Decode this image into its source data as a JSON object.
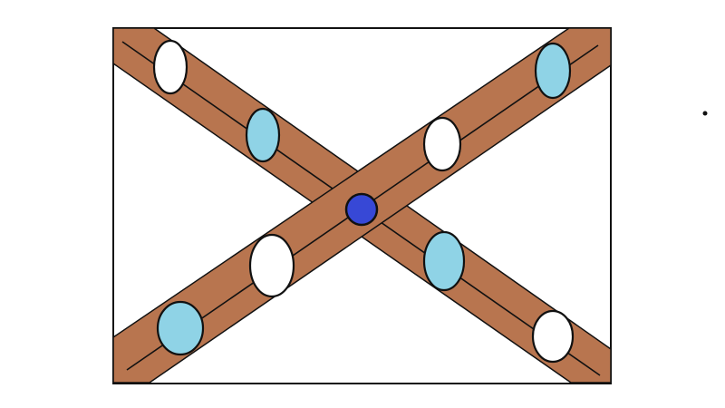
{
  "colors": {
    "background": "#ffffff",
    "frame_stroke": "#111111",
    "track_fill": "#b8754f",
    "track_line": "#111111",
    "bead_light_blue": "#8fd3e6",
    "bead_white": "#ffffff",
    "center_bead": "#3748d6",
    "outline": "#111111"
  },
  "diagram": {
    "tracks": [
      {
        "name": "diagonal-top-left-to-bottom-right"
      },
      {
        "name": "diagonal-bottom-left-to-top-right"
      }
    ],
    "beads": [
      {
        "track": "diagonal-top-left-to-bottom-right",
        "color": "white"
      },
      {
        "track": "diagonal-top-left-to-bottom-right",
        "color": "light-blue"
      },
      {
        "track": "diagonal-top-left-to-bottom-right",
        "color": "light-blue"
      },
      {
        "track": "diagonal-top-left-to-bottom-right",
        "color": "white"
      },
      {
        "track": "diagonal-bottom-left-to-top-right",
        "color": "light-blue"
      },
      {
        "track": "diagonal-bottom-left-to-top-right",
        "color": "white"
      },
      {
        "track": "diagonal-bottom-left-to-top-right",
        "color": "white"
      },
      {
        "track": "diagonal-bottom-left-to-top-right",
        "color": "light-blue"
      }
    ],
    "center_bead": {
      "color": "blue"
    },
    "stray_dot": true
  }
}
